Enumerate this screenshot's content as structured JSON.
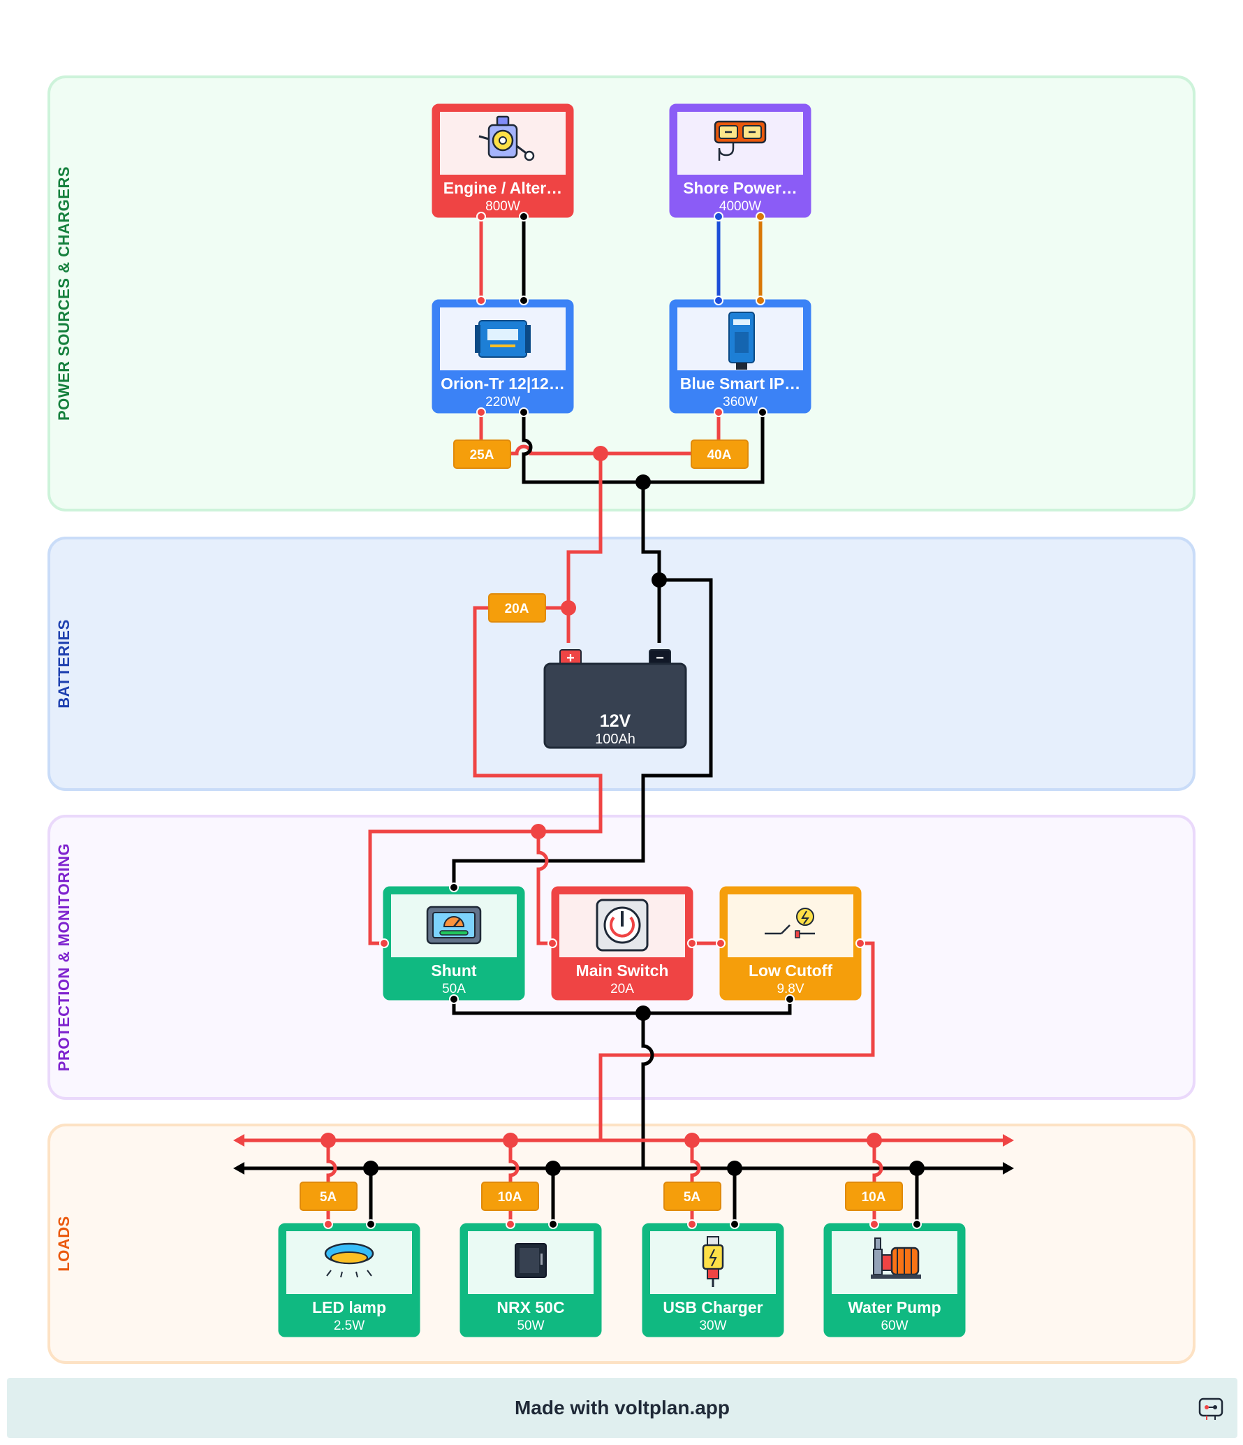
{
  "sections": {
    "power": {
      "label": "POWER SOURCES & CHARGERS",
      "color": "#15803d",
      "bg": "#f0fdf4",
      "border": "#cdf3da"
    },
    "batteries": {
      "label": "BATTERIES",
      "color": "#1e40af",
      "bg": "#e6effc",
      "border": "#c9dcf8"
    },
    "protection": {
      "label": "PROTECTION & MONITORING",
      "color": "#7e22ce",
      "bg": "#faf7ff",
      "border": "#ead9fb"
    },
    "loads": {
      "label": "LOADS",
      "color": "#ea580c",
      "bg": "#fff8f1",
      "border": "#fde2c4"
    }
  },
  "components": {
    "engine": {
      "title": "Engine / Alter…",
      "value": "800W",
      "icon": "engine-alternator-icon",
      "color": "#ef4444"
    },
    "shore": {
      "title": "Shore Power…",
      "value": "4000W",
      "icon": "shore-power-outlet-icon",
      "color": "#8b5cf6"
    },
    "orion": {
      "title": "Orion-Tr 12|12…",
      "value": "220W",
      "icon": "dc-dc-charger-icon",
      "color": "#3b82f6"
    },
    "bluesmart": {
      "title": "Blue Smart IP…",
      "value": "360W",
      "icon": "ac-charger-icon",
      "color": "#3b82f6"
    },
    "shunt": {
      "title": "Shunt",
      "value": "50A",
      "icon": "battery-monitor-icon",
      "color": "#10b981"
    },
    "mainswitch": {
      "title": "Main Switch",
      "value": "20A",
      "icon": "power-switch-icon",
      "color": "#ef4444"
    },
    "lowcutoff": {
      "title": "Low Cutoff",
      "value": "9.8V",
      "icon": "low-voltage-cutoff-icon",
      "color": "#f59e0b"
    },
    "ledlamp": {
      "title": "LED lamp",
      "value": "2.5W",
      "icon": "ceiling-lamp-icon",
      "color": "#10b981"
    },
    "nrx": {
      "title": "NRX 50C",
      "value": "50W",
      "icon": "fridge-icon",
      "color": "#10b981"
    },
    "usb": {
      "title": "USB Charger",
      "value": "30W",
      "icon": "usb-charger-icon",
      "color": "#10b981"
    },
    "pump": {
      "title": "Water Pump",
      "value": "60W",
      "icon": "water-pump-icon",
      "color": "#10b981"
    }
  },
  "battery": {
    "voltage": "12V",
    "capacity": "100Ah",
    "positive_symbol": "+",
    "negative_symbol": "−"
  },
  "fuses": {
    "orion": "25A",
    "bluesmart": "40A",
    "battery": "20A",
    "ledlamp": "5A",
    "nrx": "10A",
    "usb": "5A",
    "pump": "10A"
  },
  "colors": {
    "positive": "#ef4444",
    "negative": "#000000",
    "ac_live": "#1d4ed8",
    "ac_neutral": "#d97706",
    "fuse": "#f59e0b",
    "battery": "#374151"
  },
  "footer": {
    "text": "Made with voltplan.app",
    "logo": "voltplan-logo-icon"
  }
}
